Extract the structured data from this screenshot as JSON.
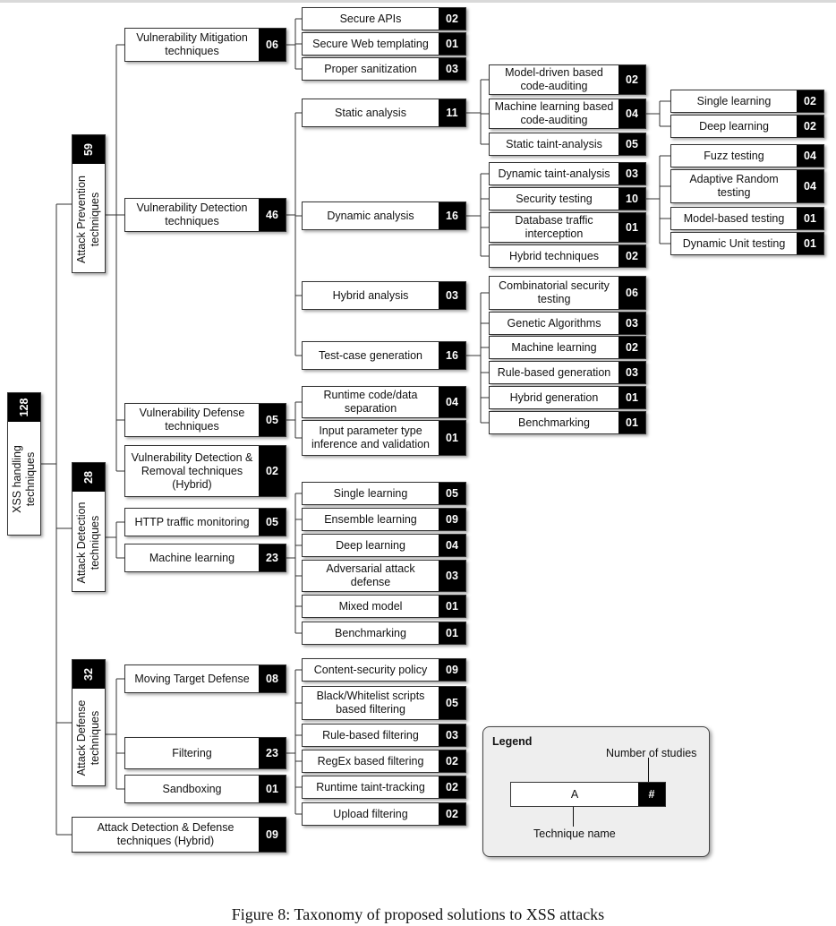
{
  "root": {
    "label": "XSS handling techniques",
    "count": "128"
  },
  "categories": [
    {
      "id": "prev",
      "label": "Attack Prevention techniques",
      "count": "59"
    },
    {
      "id": "det",
      "label": "Attack Detection techniques",
      "count": "28"
    },
    {
      "id": "def",
      "label": "Attack Defense techniques",
      "count": "32"
    }
  ],
  "nodes": [
    {
      "id": "vmt",
      "label": "Vulnerability Mitigation techniques",
      "count": "06"
    },
    {
      "id": "vdt",
      "label": "Vulnerability Detection techniques",
      "count": "46"
    },
    {
      "id": "vdeft",
      "label": "Vulnerability Defense techniques",
      "count": "05"
    },
    {
      "id": "vdr",
      "label": "Vulnerability Detection & Removal techniques (Hybrid)",
      "count": "02"
    },
    {
      "id": "secapi",
      "label": "Secure APIs",
      "count": "02"
    },
    {
      "id": "swt",
      "label": "Secure Web templating",
      "count": "01"
    },
    {
      "id": "psan",
      "label": "Proper sanitization",
      "count": "03"
    },
    {
      "id": "sa",
      "label": "Static analysis",
      "count": "11"
    },
    {
      "id": "da",
      "label": "Dynamic analysis",
      "count": "16"
    },
    {
      "id": "ha",
      "label": "Hybrid analysis",
      "count": "03"
    },
    {
      "id": "tcg",
      "label": "Test-case generation",
      "count": "16"
    },
    {
      "id": "mdca",
      "label": "Model-driven based code-auditing",
      "count": "02"
    },
    {
      "id": "mlca",
      "label": "Machine learning based code-auditing",
      "count": "04"
    },
    {
      "id": "sta",
      "label": "Static taint-analysis",
      "count": "05"
    },
    {
      "id": "sl1",
      "label": "Single learning",
      "count": "02"
    },
    {
      "id": "dl1",
      "label": "Deep learning",
      "count": "02"
    },
    {
      "id": "dta",
      "label": "Dynamic taint-analysis",
      "count": "03"
    },
    {
      "id": "sect",
      "label": "Security testing",
      "count": "10"
    },
    {
      "id": "dbti",
      "label": "Database traffic interception",
      "count": "01"
    },
    {
      "id": "hybt",
      "label": "Hybrid techniques",
      "count": "02"
    },
    {
      "id": "fuzz",
      "label": "Fuzz testing",
      "count": "04"
    },
    {
      "id": "art",
      "label": "Adaptive Random testing",
      "count": "04"
    },
    {
      "id": "mbt",
      "label": "Model-based testing",
      "count": "01"
    },
    {
      "id": "dut",
      "label": "Dynamic Unit testing",
      "count": "01"
    },
    {
      "id": "cst",
      "label": "Combinatorial security testing",
      "count": "06"
    },
    {
      "id": "ga",
      "label": "Genetic Algorithms",
      "count": "03"
    },
    {
      "id": "ml2",
      "label": "Machine learning",
      "count": "02"
    },
    {
      "id": "rbg",
      "label": "Rule-based generation",
      "count": "03"
    },
    {
      "id": "hg",
      "label": "Hybrid generation",
      "count": "01"
    },
    {
      "id": "bm1",
      "label": "Benchmarking",
      "count": "01"
    },
    {
      "id": "rcds",
      "label": "Runtime code/data separation",
      "count": "04"
    },
    {
      "id": "iptv",
      "label": "Input parameter type inference and validation",
      "count": "01"
    },
    {
      "id": "http",
      "label": "HTTP traffic monitoring",
      "count": "05"
    },
    {
      "id": "mlt",
      "label": "Machine learning",
      "count": "23"
    },
    {
      "id": "sl2",
      "label": "Single learning",
      "count": "05"
    },
    {
      "id": "el",
      "label": "Ensemble learning",
      "count": "09"
    },
    {
      "id": "dl2",
      "label": "Deep learning",
      "count": "04"
    },
    {
      "id": "aad",
      "label": "Adversarial attack defense",
      "count": "03"
    },
    {
      "id": "mm",
      "label": "Mixed model",
      "count": "01"
    },
    {
      "id": "bm2",
      "label": "Benchmarking",
      "count": "01"
    },
    {
      "id": "mtd",
      "label": "Moving Target Defense",
      "count": "08"
    },
    {
      "id": "filt",
      "label": "Filtering",
      "count": "23"
    },
    {
      "id": "sand",
      "label": "Sandboxing",
      "count": "01"
    },
    {
      "id": "csp",
      "label": "Content-security policy",
      "count": "09"
    },
    {
      "id": "bwsf",
      "label": "Black/Whitelist scripts based filtering",
      "count": "05"
    },
    {
      "id": "rbf",
      "label": "Rule-based filtering",
      "count": "03"
    },
    {
      "id": "rxf",
      "label": "RegEx based filtering",
      "count": "02"
    },
    {
      "id": "rtt",
      "label": "Runtime taint-tracking",
      "count": "02"
    },
    {
      "id": "upf",
      "label": "Upload filtering",
      "count": "02"
    },
    {
      "id": "addh",
      "label": "Attack Detection & Defense techniques (Hybrid)",
      "count": "09"
    }
  ],
  "legend": {
    "title": "Legend",
    "number_label": "Number of studies",
    "sample_label": "A",
    "sample_count": "#",
    "name_label": "Technique name"
  },
  "caption": "Figure 8: Taxonomy of proposed solutions to XSS attacks"
}
